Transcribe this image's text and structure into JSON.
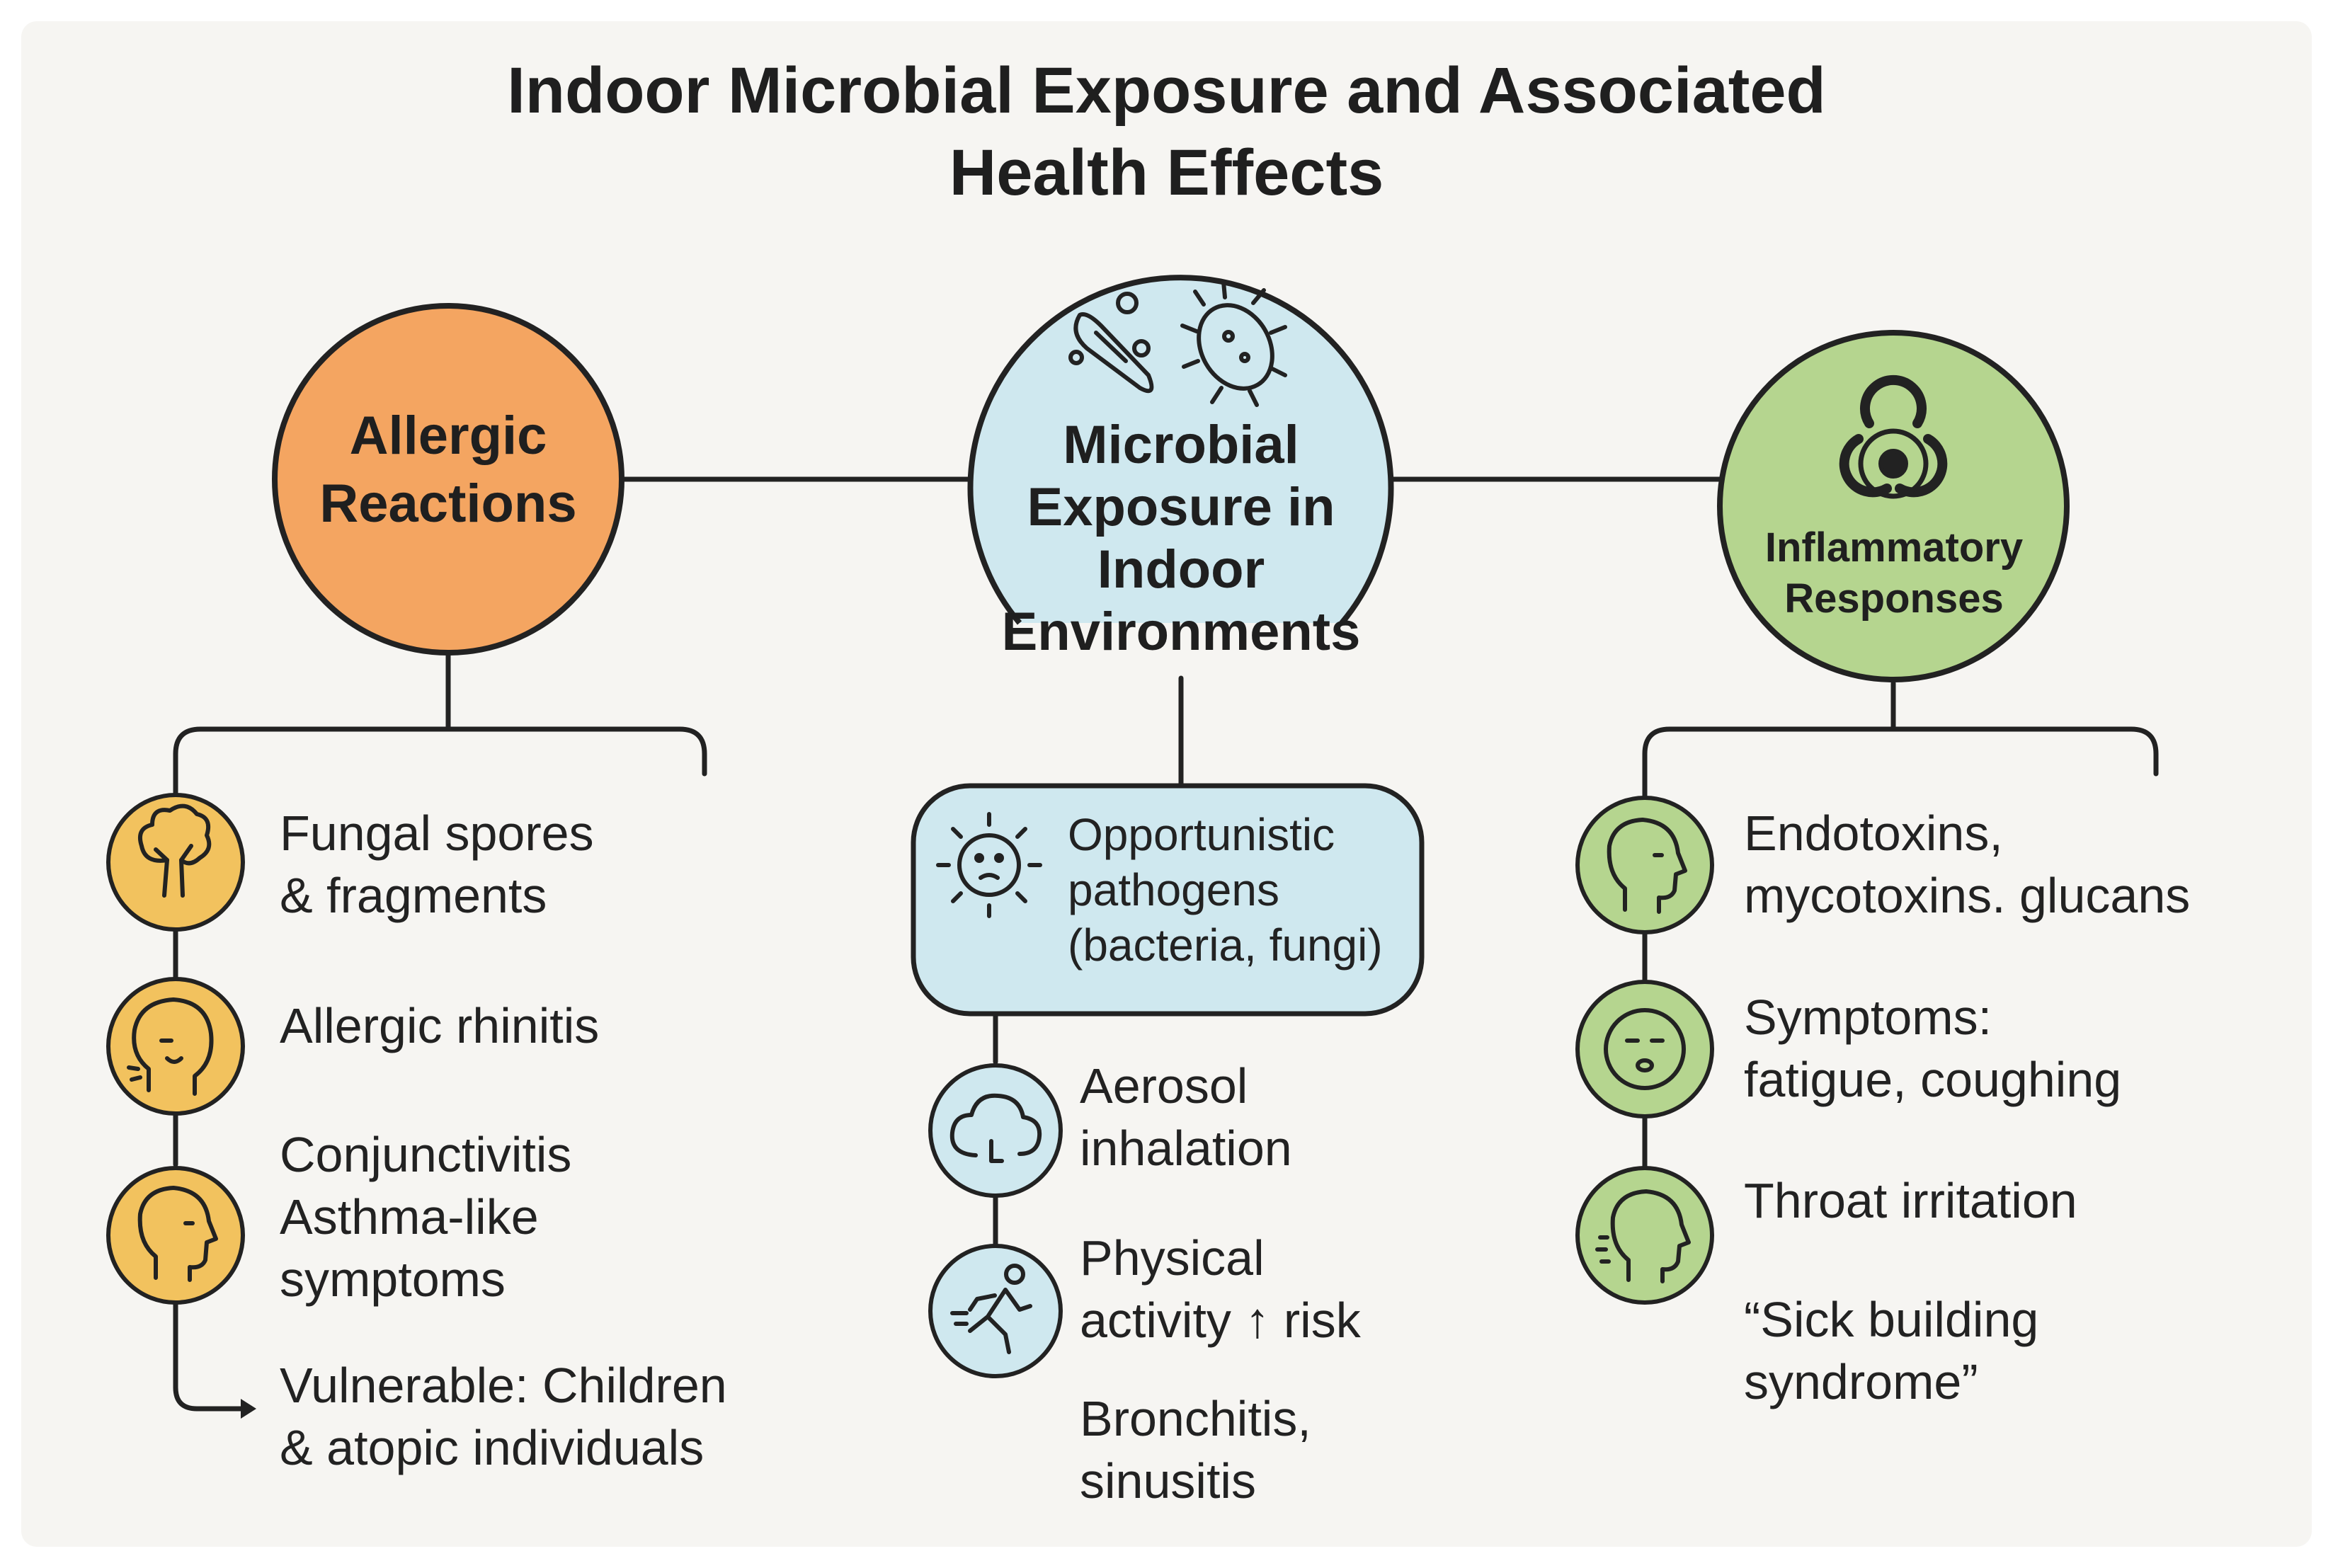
{
  "title": {
    "line1": "Indoor Microbial Exposure and Associated",
    "line2": "Health Effects"
  },
  "colors": {
    "orange": "#f4a561",
    "yellow": "#f2c25e",
    "blue": "#cfe8ef",
    "green": "#b5d58f",
    "line": "#222222"
  },
  "center": {
    "line1": "Microbial",
    "line2": "Exposure in",
    "line3": "Indoor",
    "line4": "Environments",
    "icons": [
      "bacteria-icon",
      "microbe-icon"
    ]
  },
  "left": {
    "line1": "Allergic",
    "line2": "Reactions",
    "items": [
      {
        "icon": "mold-icon",
        "line1": "Fungal spores",
        "line2": "& fragments"
      },
      {
        "icon": "sneezing-face-icon",
        "line1": "Allergic rhinitis"
      },
      {
        "icon": "head-profile-icon",
        "line1": "Conjunctivitis",
        "line2": "Asthma-like",
        "line3": "symptoms"
      }
    ],
    "note": {
      "line1": "Vulnerable: Children",
      "line2": "& atopic individuals"
    }
  },
  "middle": {
    "box": {
      "icon": "virus-icon",
      "line1": "Opportunistic",
      "line2": "pathogens",
      "line3": "(bacteria, fungi)"
    },
    "items": [
      {
        "icon": "cloud-icon",
        "line1": "Aerosol",
        "line2": "inhalation"
      },
      {
        "icon": "runner-icon",
        "line1": "Physical",
        "line2": "activity ↑ risk"
      }
    ],
    "note": {
      "line1": "Bronchitis,",
      "line2": "sinusitis"
    }
  },
  "right": {
    "line1": "Inflammatory",
    "line2": "Responses",
    "icon": "biohazard-icon",
    "items": [
      {
        "icon": "head-profile-icon",
        "line1": "Endotoxins,",
        "line2": "mycotoxins. glucans"
      },
      {
        "icon": "tired-face-icon",
        "line1": "Symptoms:",
        "line2": "fatigue, coughing"
      },
      {
        "icon": "coughing-head-icon",
        "line1": "Throat irritation"
      }
    ],
    "note": {
      "line1": "“Sick building",
      "line2": "syndrome”"
    }
  }
}
